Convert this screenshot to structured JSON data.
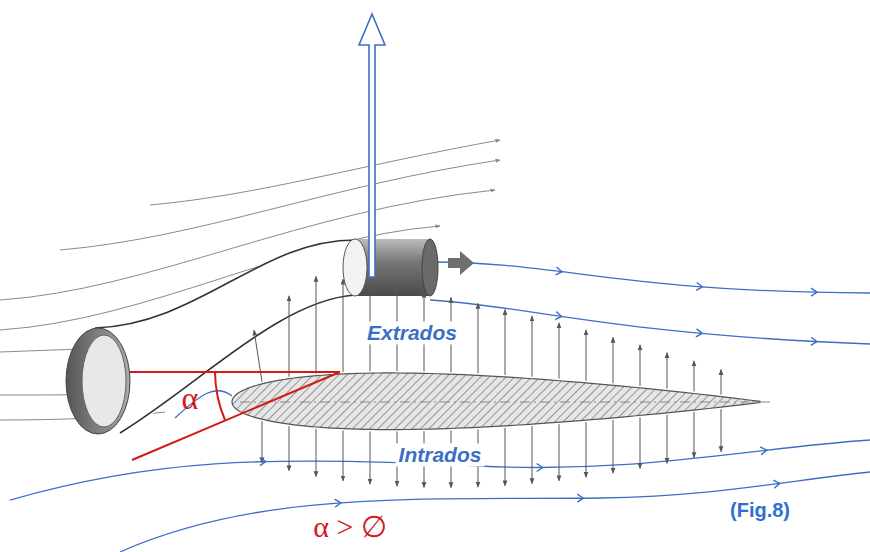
{
  "diagram": {
    "caption": "(Fig.8)",
    "labels": [
      "Extrados",
      "Intrados",
      "α",
      "α > ∅"
    ]
  }
}
